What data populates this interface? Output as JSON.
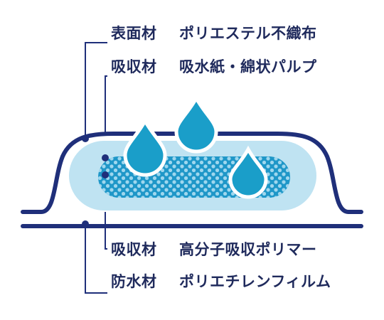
{
  "layers": [
    {
      "term": "表面材",
      "description": "ポリエステル不織布"
    },
    {
      "term": "吸収材",
      "description": "吸水紙・綿状パルプ"
    },
    {
      "term": "吸収材",
      "description": "高分子吸収ポリマー"
    },
    {
      "term": "防水材",
      "description": "ポリエチレンフィルム"
    }
  ],
  "colors": {
    "line": "#1f2f7a",
    "text": "#1f2a5c",
    "outer_fill": "#ffffff",
    "pad_fill": "#bfe3f2",
    "core_fill": "#1f97c8",
    "core_dots": "#9fd7ee",
    "drop": "#1a9ec9"
  }
}
